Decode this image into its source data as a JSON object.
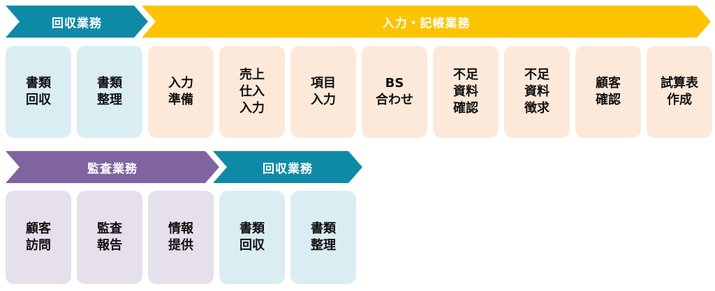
{
  "colors": {
    "collection_arrow": "#0f8aa6",
    "entry_arrow": "#fcc300",
    "audit_arrow": "#8064a2",
    "collection_box": "#daedf3",
    "entry_box": "#fde9d9",
    "audit_box": "#e5e0ec"
  },
  "row1": {
    "phase_collection": "回収業務",
    "phase_entry": "入力・記帳業務",
    "steps": [
      "書類\n回収",
      "書類\n整理",
      "入力\n準備",
      "売上\n仕入\n入力",
      "項目\n入力",
      "BS\n合わせ",
      "不足\n資料\n確認",
      "不足\n資料\n徴求",
      "顧客\n確認",
      "試算表\n作成"
    ]
  },
  "row2": {
    "phase_audit": "監査業務",
    "phase_collection": "回収業務",
    "steps": [
      "顧客\n訪問",
      "監査\n報告",
      "情報\n提供",
      "書類\n回収",
      "書類\n整理"
    ]
  }
}
